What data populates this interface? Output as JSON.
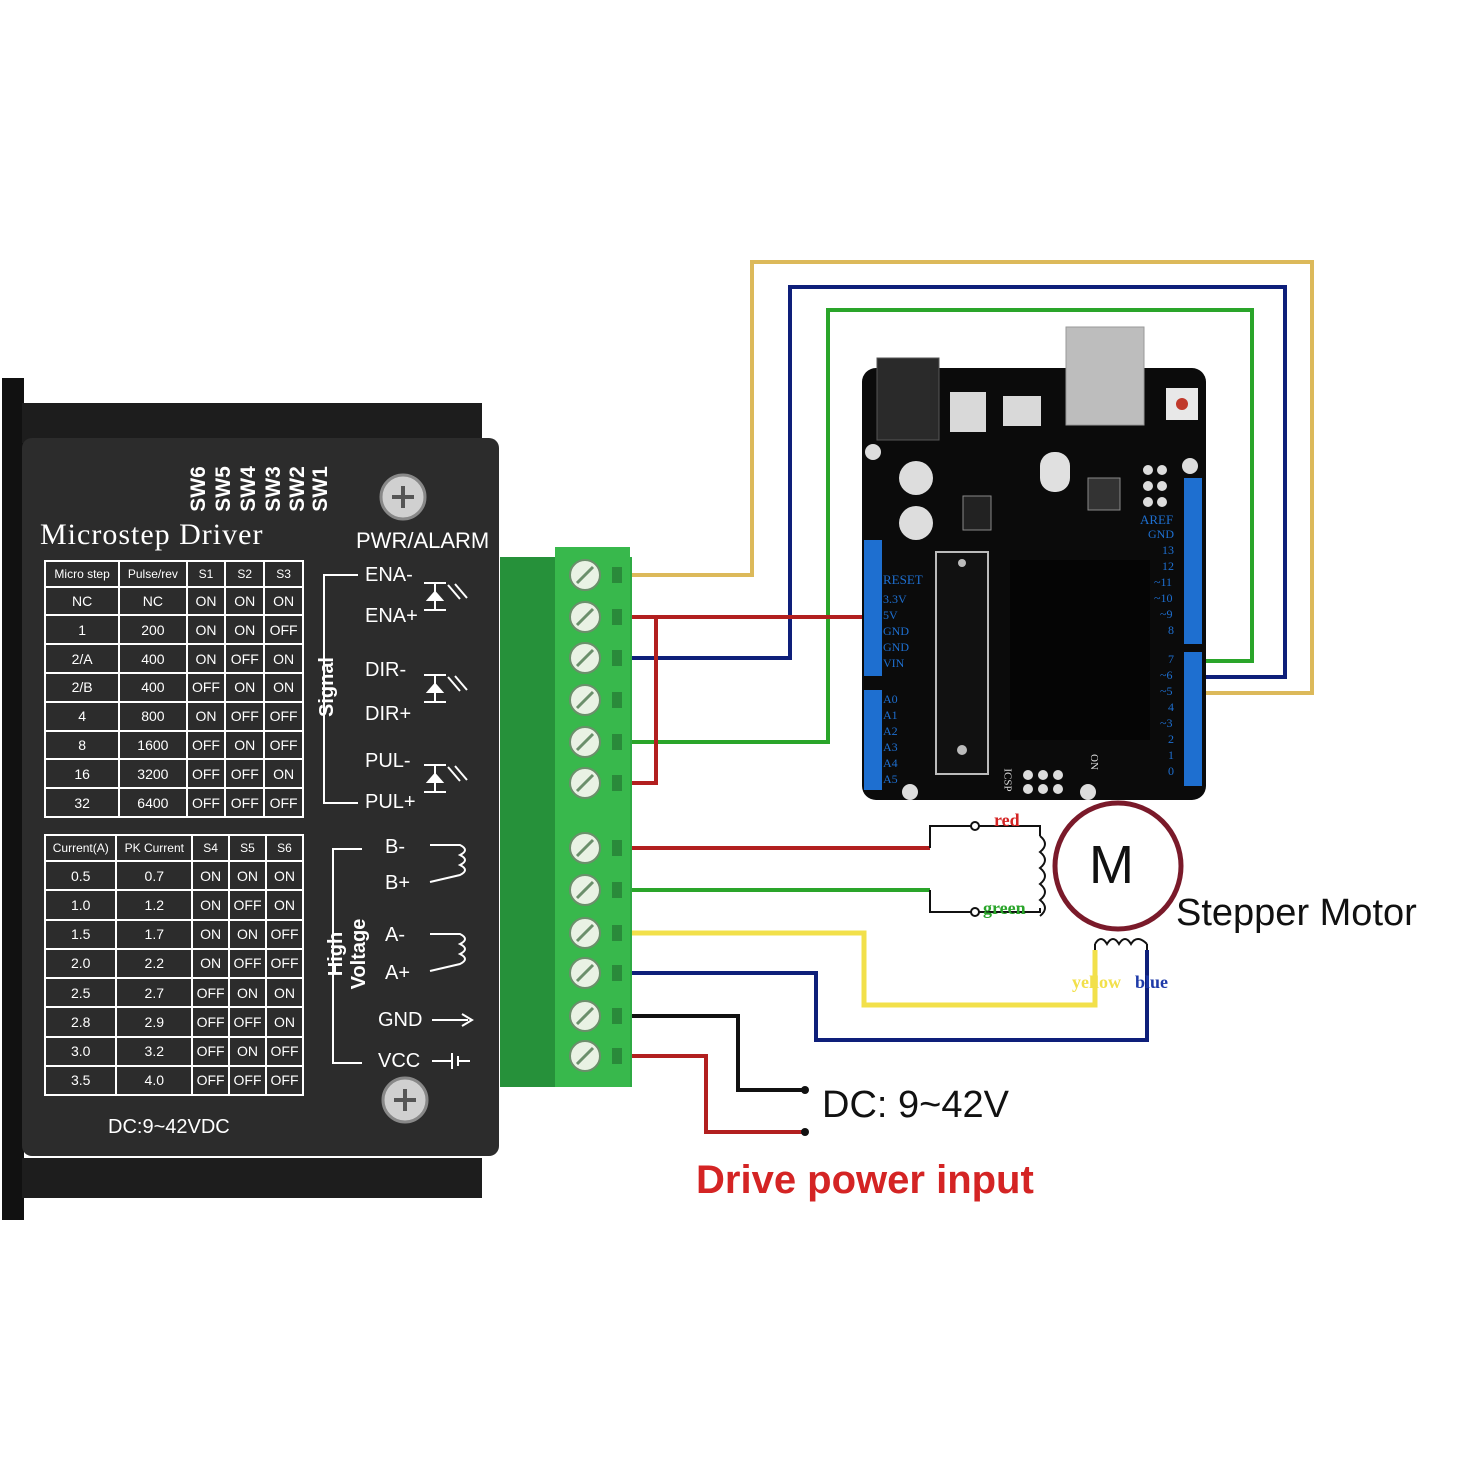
{
  "driver": {
    "switches": [
      "SW6",
      "SW5",
      "SW4",
      "SW3",
      "SW2",
      "SW1"
    ],
    "title": "Microstep Driver",
    "pwr_alarm": "PWR/ALARM",
    "microstep_table": {
      "headers": [
        "Micro step",
        "Pulse/rev",
        "S1",
        "S2",
        "S3"
      ],
      "rows": [
        [
          "NC",
          "NC",
          "ON",
          "ON",
          "ON"
        ],
        [
          "1",
          "200",
          "ON",
          "ON",
          "OFF"
        ],
        [
          "2/A",
          "400",
          "ON",
          "OFF",
          "ON"
        ],
        [
          "2/B",
          "400",
          "OFF",
          "ON",
          "ON"
        ],
        [
          "4",
          "800",
          "ON",
          "OFF",
          "OFF"
        ],
        [
          "8",
          "1600",
          "OFF",
          "ON",
          "OFF"
        ],
        [
          "16",
          "3200",
          "OFF",
          "OFF",
          "ON"
        ],
        [
          "32",
          "6400",
          "OFF",
          "OFF",
          "OFF"
        ]
      ]
    },
    "current_table": {
      "headers": [
        "Current(A)",
        "PK Current",
        "S4",
        "S5",
        "S6"
      ],
      "rows": [
        [
          "0.5",
          "0.7",
          "ON",
          "ON",
          "ON"
        ],
        [
          "1.0",
          "1.2",
          "ON",
          "OFF",
          "ON"
        ],
        [
          "1.5",
          "1.7",
          "ON",
          "ON",
          "OFF"
        ],
        [
          "2.0",
          "2.2",
          "ON",
          "OFF",
          "OFF"
        ],
        [
          "2.5",
          "2.7",
          "OFF",
          "ON",
          "ON"
        ],
        [
          "2.8",
          "2.9",
          "OFF",
          "OFF",
          "ON"
        ],
        [
          "3.0",
          "3.2",
          "OFF",
          "ON",
          "OFF"
        ],
        [
          "3.5",
          "4.0",
          "OFF",
          "OFF",
          "OFF"
        ]
      ]
    },
    "signal_label": "Signal",
    "hv_label": "High Voltage",
    "terminals": [
      "ENA-",
      "ENA+",
      "DIR-",
      "DIR+",
      "PUL-",
      "PUL+",
      "B-",
      "B+",
      "A-",
      "A+",
      "GND",
      "VCC"
    ],
    "supply": "DC:9~42VDC"
  },
  "arduino": {
    "left_pins": [
      "RESET",
      "3.3V",
      "5V",
      "GND",
      "GND",
      "VIN"
    ],
    "analog_pins": [
      "A0",
      "A1",
      "A2",
      "A3",
      "A4",
      "A5"
    ],
    "right_top_pins": [
      "AREF",
      "GND",
      "13",
      "12",
      "~11",
      "~10",
      "~9",
      "8"
    ],
    "right_bottom_pins": [
      "7",
      "~6",
      "~5",
      "4",
      "~3",
      "2",
      "1",
      "0"
    ],
    "icsp": "ICSP",
    "on": "ON"
  },
  "motor": {
    "letter": "M",
    "label": "Stepper Motor",
    "wires": [
      "red",
      "green",
      "yellow",
      "blue"
    ]
  },
  "power": {
    "voltage": "DC: 9~42V",
    "caption": "Drive power input"
  },
  "colors": {
    "wire_red": "#b21f1f",
    "wire_green": "#2aa52a",
    "wire_blue": "#0e1f7a",
    "wire_gold": "#dcb95a",
    "wire_yellow": "#f2e04a",
    "wire_black": "#111111",
    "terminal_green": "#35b34a",
    "arduino_pin_blue": "#1e6fd0"
  }
}
